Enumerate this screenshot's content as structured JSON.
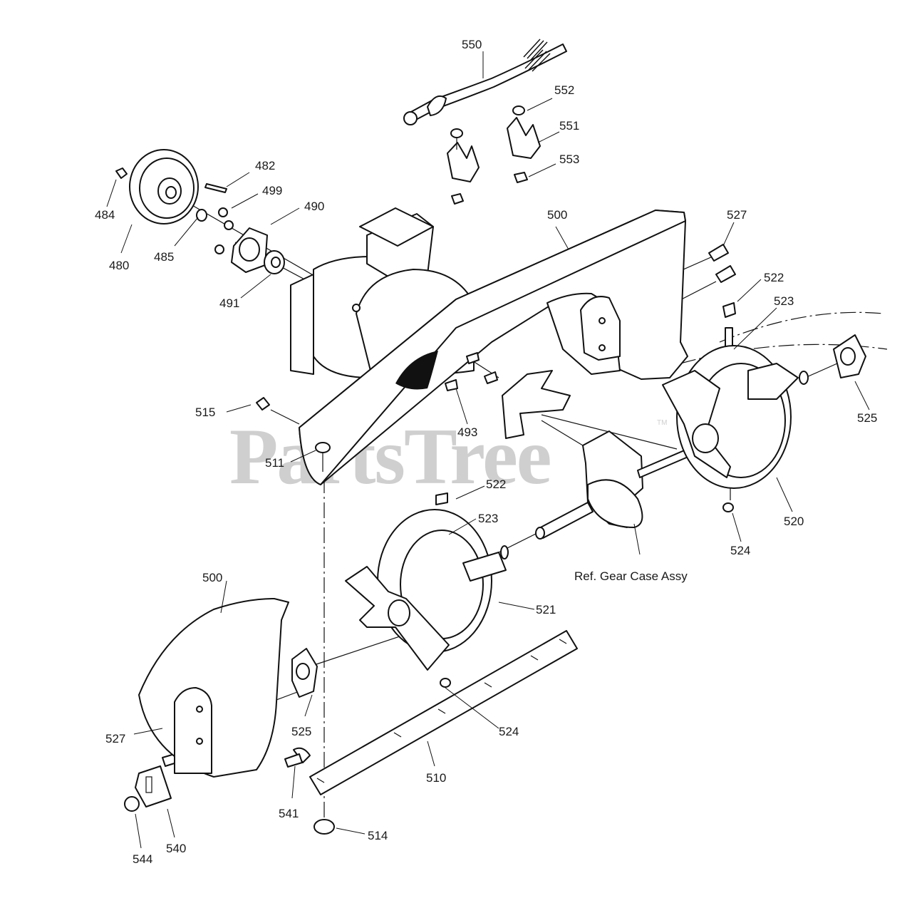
{
  "watermark": {
    "text": "PartsTree",
    "trademark": "TM"
  },
  "reference_note": "Ref. Gear Case Assy",
  "callouts": {
    "c550": "550",
    "c552": "552",
    "c551": "551",
    "c553": "553",
    "c482": "482",
    "c499": "499",
    "c490": "490",
    "c484": "484",
    "c480": "480",
    "c485": "485",
    "c491": "491",
    "c500_top": "500",
    "c527_top": "527",
    "c522_top": "522",
    "c523_top": "523",
    "c525_right": "525",
    "c515": "515",
    "c493": "493",
    "c511": "511",
    "c522_mid": "522",
    "c523_mid": "523",
    "c520": "520",
    "c524_right": "524",
    "c500_bottom": "500",
    "c521": "521",
    "c527_bottom": "527",
    "c525_bottom": "525",
    "c524_bottom": "524",
    "c510": "510",
    "c541": "541",
    "c544": "544",
    "c540": "540",
    "c514": "514"
  }
}
